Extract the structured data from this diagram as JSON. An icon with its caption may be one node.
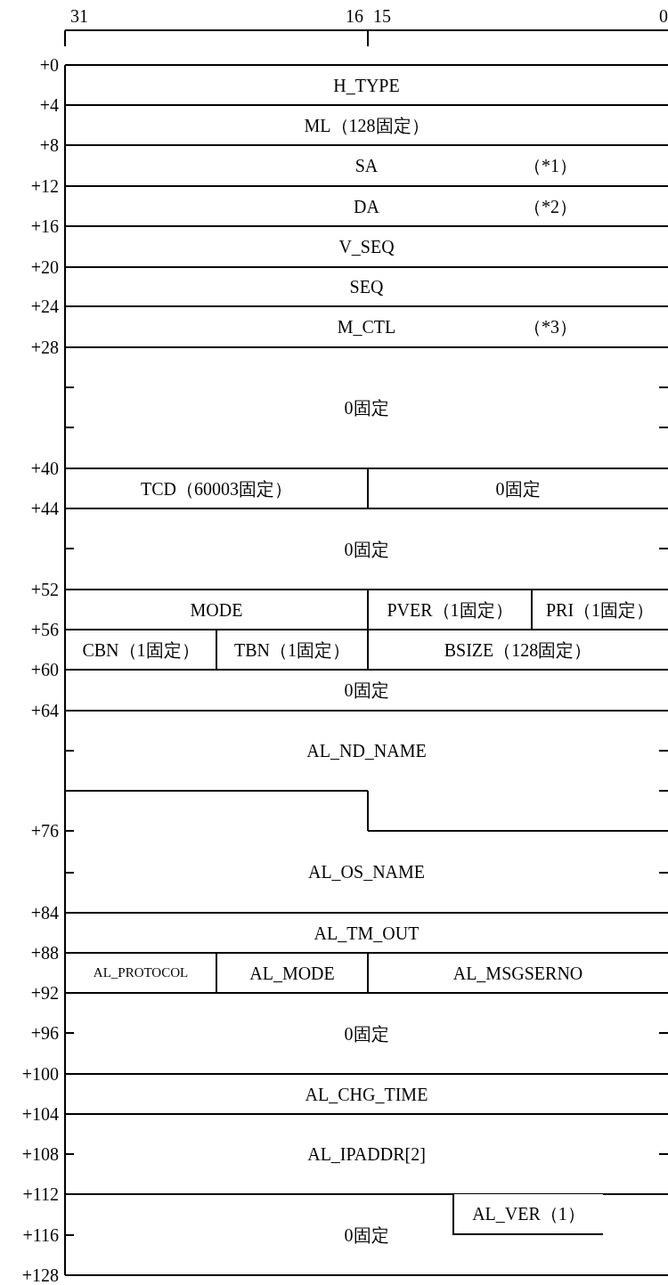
{
  "diagram": {
    "nodes": [
      {
        "text": [
          "H_TYPE"
        ]
      },
      {
        "text": [
          "ML（128固定）"
        ]
      },
      {
        "text": [
          "SA",
          "（*1）"
        ]
      },
      {
        "text": [
          "DA",
          "（*2）"
        ]
      },
      {
        "text": [
          "V_SEQ"
        ]
      },
      {
        "text": [
          "SEQ"
        ]
      },
      {
        "text": [
          "M_CTL",
          "（*3）"
        ]
      },
      {
        "text": [
          "0固定"
        ]
      },
      {
        "text": [
          "TCD（60003固定）"
        ]
      },
      {
        "text": [
          "0固定"
        ]
      },
      {
        "text": [
          "0固定"
        ]
      },
      {
        "text": [
          "MODE"
        ]
      },
      {
        "text": [
          "PVER（1固定）"
        ]
      },
      {
        "text": [
          "PRI（1固定）"
        ]
      },
      {
        "text": [
          "CBN（1固定）"
        ]
      },
      {
        "text": [
          "TBN（1固定）"
        ]
      },
      {
        "text": [
          "BSIZE（128固定）"
        ]
      },
      {
        "text": [
          "0固定"
        ]
      },
      {
        "text": [
          "AL_ND_NAME"
        ]
      },
      {
        "text": [
          "AL_OS_NAME"
        ]
      },
      {
        "text": [
          "AL_TM_OUT"
        ]
      },
      {
        "text": [
          "AL_PROTOCOL"
        ]
      },
      {
        "text": [
          "AL_MODE"
        ]
      },
      {
        "text": [
          "AL_MSGSERNO"
        ]
      },
      {
        "text": [
          "0固定"
        ]
      },
      {
        "text": [
          "AL_CHG_TIME"
        ]
      },
      {
        "text": [
          "AL_IPADDR[2]"
        ]
      },
      {
        "text": [
          "0固定"
        ]
      },
      {
        "text": [
          "AL_VER（1）"
        ],
        "in": 27
      }
    ],
    "labels": [
      "31",
      "16",
      "15",
      "0",
      "+0",
      "+4",
      "+8",
      "+12",
      "+16",
      "+20",
      "+24",
      "+28",
      "+40",
      "+44",
      "+52",
      "+56",
      "+60",
      "+64",
      "+76",
      "+84",
      "+88",
      "+92",
      "+96",
      "+100",
      "+104",
      "+108",
      "+112",
      "+116",
      "+128"
    ]
  }
}
